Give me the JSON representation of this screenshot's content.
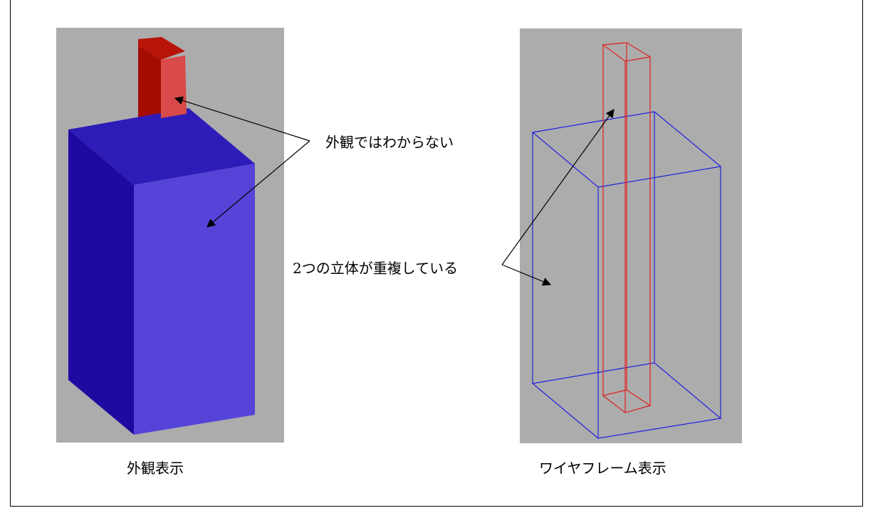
{
  "annotations": {
    "not_visible": "外観ではわからない",
    "overlapping": "2つの立体が重複している"
  },
  "captions": {
    "appearance": "外観表示",
    "wireframe": "ワイヤフレーム表示"
  },
  "colors": {
    "viewport_bg": "#acacac",
    "solid_red_front": "#d94a4a",
    "solid_red_side": "#a40c00",
    "solid_red_top": "#c21a10",
    "solid_blue_front": "#5644d8",
    "solid_blue_side": "#1e0aa0",
    "solid_blue_top": "#2e1cb8",
    "wire_red": "#e02020",
    "wire_blue": "#2020e0"
  }
}
